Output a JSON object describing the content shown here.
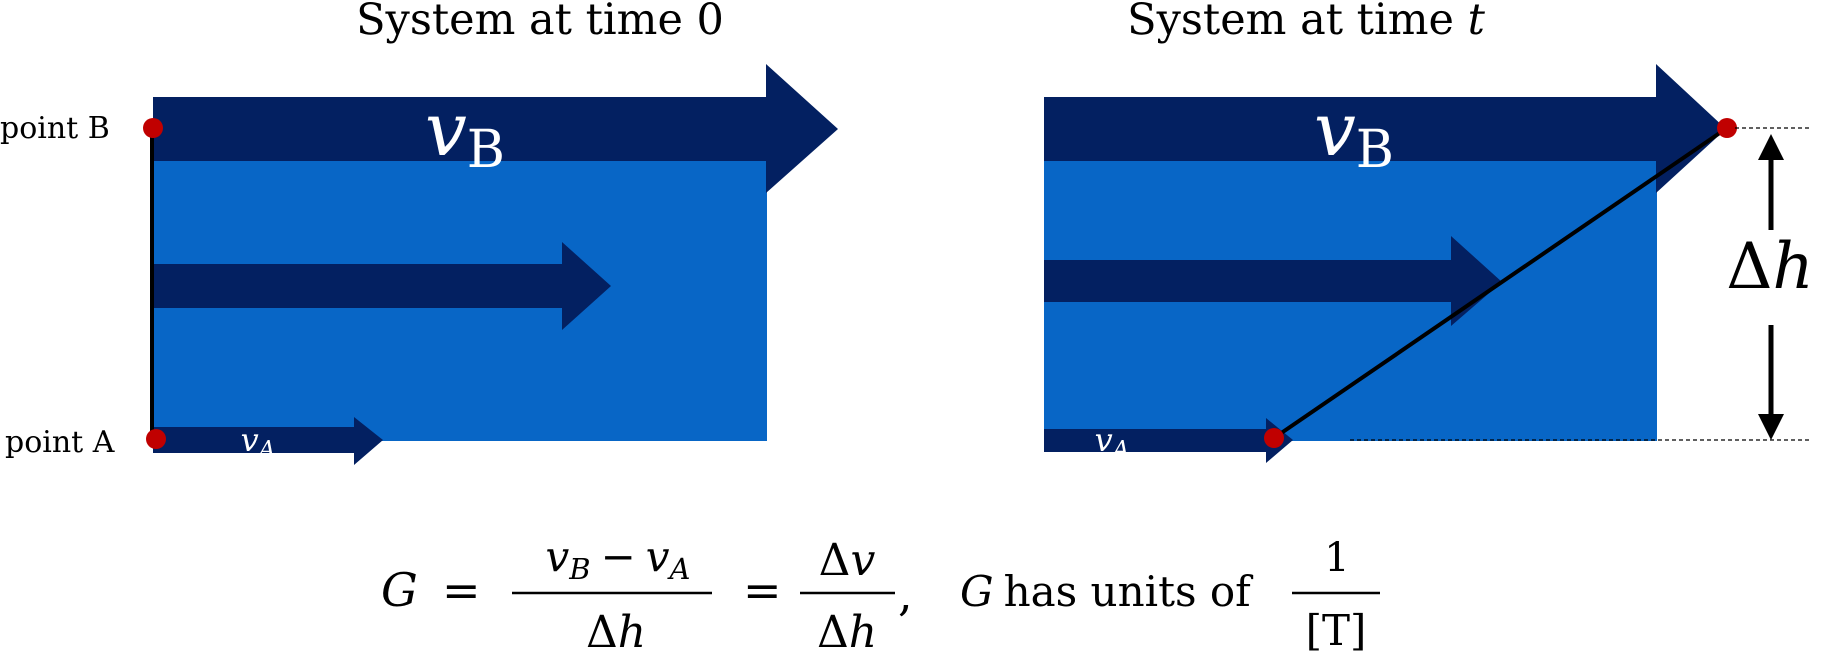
{
  "panel_left": {
    "title": "System at time 0",
    "point_b_label": "point B",
    "point_a_label": "point A",
    "top_velocity_symbol": "v",
    "top_velocity_subscript": "B",
    "bottom_velocity_symbol": "v",
    "bottom_velocity_subscript": "A"
  },
  "panel_right": {
    "title_prefix": "System at time ",
    "title_time": "t",
    "top_velocity_symbol": "v",
    "top_velocity_subscript": "B",
    "bottom_velocity_symbol": "v",
    "bottom_velocity_subscript": "A",
    "height_label_delta": "Δ",
    "height_label_symbol": "h"
  },
  "formula": {
    "lhs": "G",
    "equals": "=",
    "frac1_num_v1": "v",
    "frac1_num_sub1": "B",
    "frac1_num_minus": "−",
    "frac1_num_v2": "v",
    "frac1_num_sub2": "A",
    "frac1_den_delta": "Δ",
    "frac1_den_h": "h",
    "frac2_num_delta": "Δ",
    "frac2_num_v": "v",
    "frac2_den_delta": "Δ",
    "frac2_den_h": "h",
    "comma": ",",
    "units_g": "G",
    "units_text": "has units of",
    "units_num": "1",
    "units_den": "[T]"
  },
  "colors": {
    "fluid_light": "#0866C6",
    "fluid_dark": "#032061",
    "point": "#C00000",
    "line": "#000000"
  }
}
